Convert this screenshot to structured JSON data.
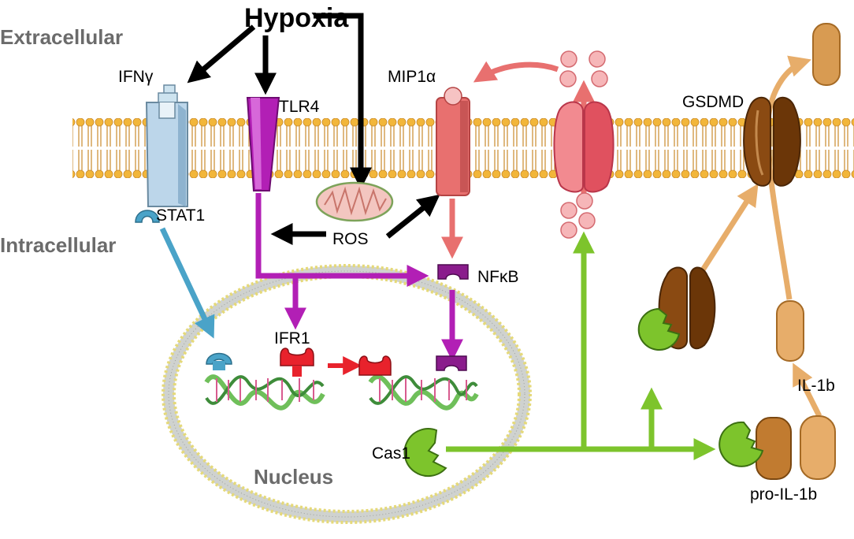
{
  "title": "Hypoxia",
  "regions": {
    "extracellular": "Extracellular",
    "intracellular": "Intracellular",
    "nucleus": "Nucleus"
  },
  "labels": {
    "ifng": "IFNγ",
    "tlr4": "TLR4",
    "mip1a": "MIP1α",
    "gsdmd": "GSDMD",
    "stat1": "STAT1",
    "ros": "ROS",
    "nfkb": "NFκB",
    "ifr1": "IFR1",
    "cas1": "Cas1",
    "il1b": "IL-1b",
    "pro_il1b": "pro-IL-1b"
  },
  "colors": {
    "black_arrow": "#000000",
    "stat1_pathway": "#4aa3c8",
    "tlr4_pathway": "#b21fb5",
    "mip_pathway": "#e8706f",
    "ifr1_arrow": "#e8222c",
    "cas1_pathway": "#7dc42c",
    "il1b_pathway": "#e7ad6a",
    "membrane_head": "#f2b63a",
    "membrane_tail": "#c98a2a",
    "region_label": "#6b6b6b"
  }
}
